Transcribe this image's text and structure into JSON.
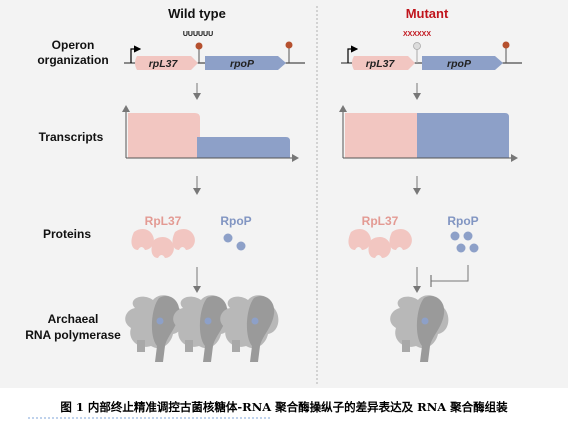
{
  "columns": {
    "wild_type": "Wild type",
    "mutant": "Mutant"
  },
  "rows": {
    "operon": [
      "Operon",
      "organization"
    ],
    "transcripts": "Transcripts",
    "proteins": "Proteins",
    "polymerase": [
      "Archaeal",
      "RNA polymerase"
    ]
  },
  "genes": {
    "first": "rpL37",
    "second": "rpoP"
  },
  "terminator_sequence": {
    "wild_type": "UUUUUU",
    "mutant": "XXXXXX"
  },
  "proteins": {
    "rpl37": "RpL37",
    "rpop": "RpoP"
  },
  "caption": "图 1 内部终止精准调控古菌核糖体-RNA 聚合酶操纵子的差异表达及 RNA 聚合酶组装",
  "colors": {
    "rpl37": "#f2c6c1",
    "rpl37_text": "#e39a93",
    "rpop": "#8da0c8",
    "rpop_text": "#8195c2",
    "terminator": "#b5502e",
    "mutant_title": "#c0141c",
    "polymerase": "#b8b8b8"
  }
}
